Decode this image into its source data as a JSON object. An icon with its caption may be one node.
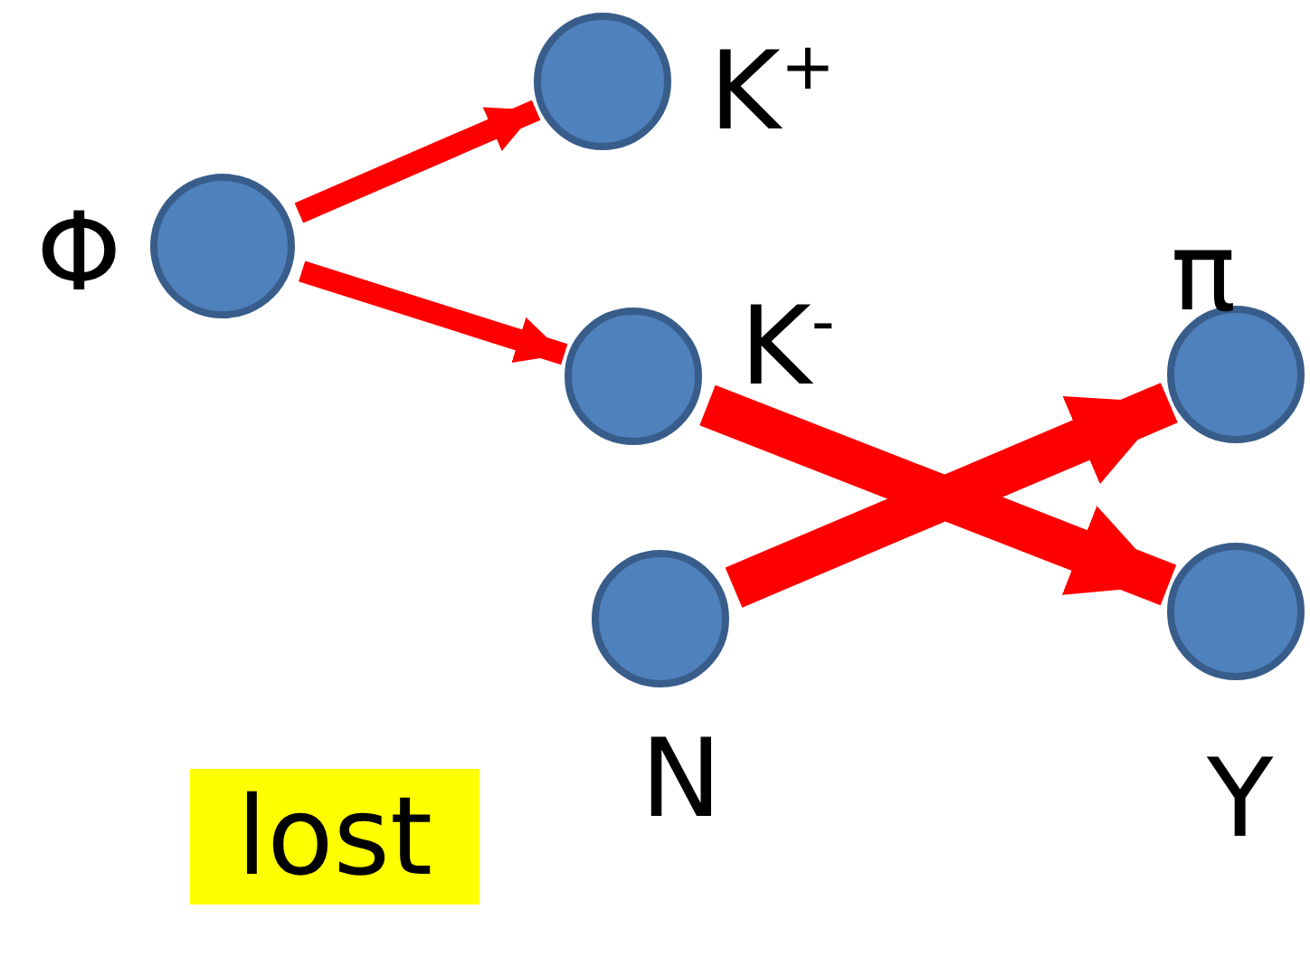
{
  "diagram": {
    "nodes": [
      {
        "text": [
          "Φ"
        ]
      },
      {
        "text": [
          "K$^{+}$"
        ]
      },
      {
        "text": [
          "K$^{-}$"
        ]
      },
      {
        "text": [
          "π"
        ]
      },
      {
        "text": [
          "N"
        ]
      },
      {
        "text": [
          "Y"
        ]
      },
      {
        "text": [
          "lost"
        ]
      }
    ],
    "edges": [
      {
        "from": 0,
        "to": 1,
        "arrow": "to"
      },
      {
        "from": 0,
        "to": 2,
        "arrow": "to"
      },
      {
        "from": 2,
        "to": 5,
        "arrow": "to",
        "style": "thick"
      },
      {
        "from": 4,
        "to": 3,
        "arrow": "to",
        "style": "thick"
      }
    ]
  }
}
